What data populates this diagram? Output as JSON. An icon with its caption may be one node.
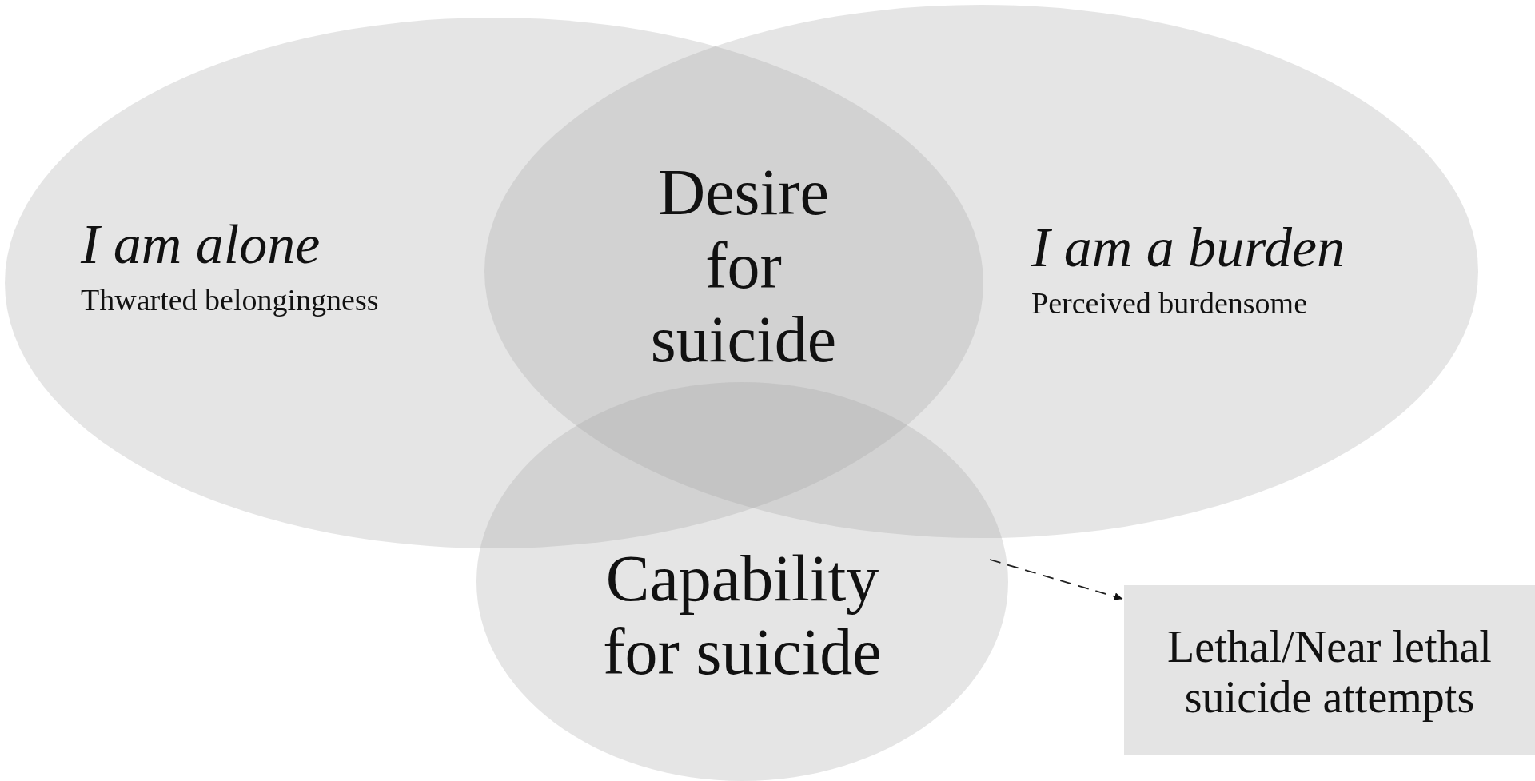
{
  "diagram": {
    "nodes": [
      {
        "text": [
          "I am alone",
          "Thwarted belongingness"
        ]
      },
      {
        "text": [
          "I am a burden",
          "Perceived burdensome"
        ]
      },
      {
        "text": [
          "Capability for suicide"
        ]
      },
      {
        "text": [
          "Desire for suicide"
        ]
      },
      {
        "text": [
          "Lethal/Near lethal suicide attempts"
        ]
      }
    ],
    "edges": [
      {
        "from": 2,
        "to": 4,
        "arrow": "to",
        "style": "dashed"
      }
    ]
  }
}
